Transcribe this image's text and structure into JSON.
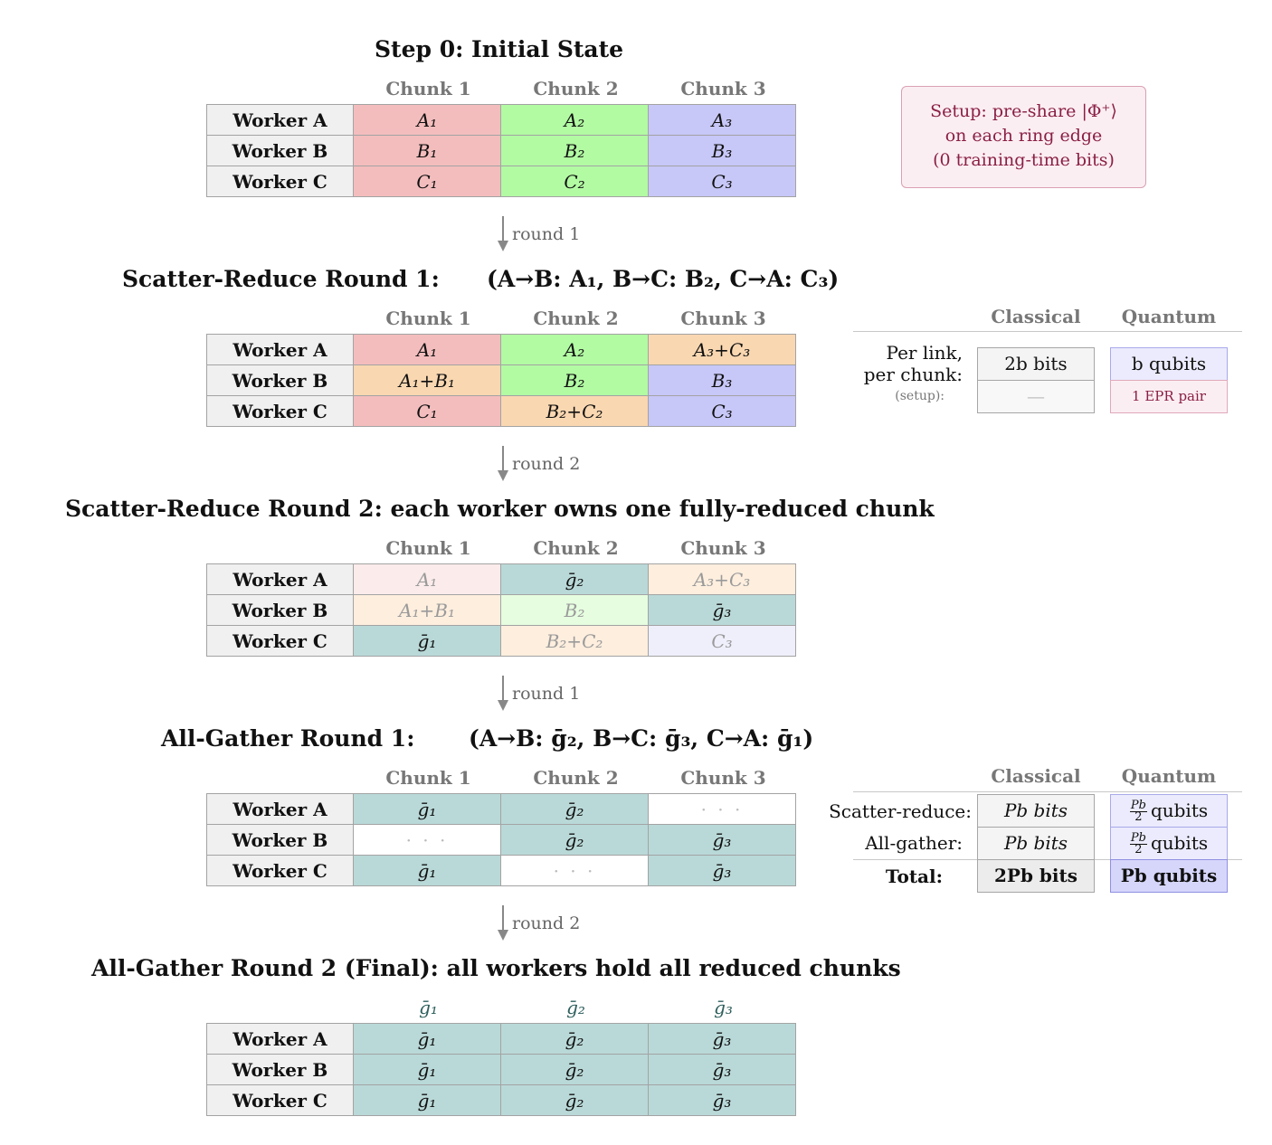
{
  "steps": [
    {
      "title": "Step 0: Initial State",
      "columns": [
        "Chunk 1",
        "Chunk 2",
        "Chunk 3"
      ],
      "rows": [
        {
          "label": "Worker A",
          "cells": [
            "A₁",
            "A₂",
            "A₃"
          ]
        },
        {
          "label": "Worker B",
          "cells": [
            "B₁",
            "B₂",
            "B₃"
          ]
        },
        {
          "label": "Worker C",
          "cells": [
            "C₁",
            "C₂",
            "C₃"
          ]
        }
      ]
    },
    {
      "title": "Scatter-Reduce Round 1:",
      "subtitle": "(A→B: A₁,  B→C: B₂,  C→A: C₃)",
      "columns": [
        "Chunk 1",
        "Chunk 2",
        "Chunk 3"
      ],
      "rows": [
        {
          "label": "Worker A",
          "cells": [
            "A₁",
            "A₂",
            "A₃+C₃"
          ]
        },
        {
          "label": "Worker B",
          "cells": [
            "A₁+B₁",
            "B₂",
            "B₃"
          ]
        },
        {
          "label": "Worker C",
          "cells": [
            "C₁",
            "B₂+C₂",
            "C₃"
          ]
        }
      ]
    },
    {
      "title": "Scatter-Reduce Round 2: each worker owns one fully-reduced chunk",
      "columns": [
        "Chunk 1",
        "Chunk 2",
        "Chunk 3"
      ],
      "rows": [
        {
          "label": "Worker A",
          "cells": [
            "A₁",
            "ḡ₂",
            "A₃+C₃"
          ]
        },
        {
          "label": "Worker B",
          "cells": [
            "A₁+B₁",
            "B₂",
            "ḡ₃"
          ]
        },
        {
          "label": "Worker C",
          "cells": [
            "ḡ₁",
            "B₂+C₂",
            "C₃"
          ]
        }
      ]
    },
    {
      "title": "All-Gather Round 1:",
      "subtitle": "(A→B: ḡ₂,  B→C: ḡ₃,  C→A: ḡ₁)",
      "columns": [
        "Chunk 1",
        "Chunk 2",
        "Chunk 3"
      ],
      "rows": [
        {
          "label": "Worker A",
          "cells": [
            "ḡ₁",
            "ḡ₂",
            "· · ·"
          ]
        },
        {
          "label": "Worker B",
          "cells": [
            "· · ·",
            "ḡ₂",
            "ḡ₃"
          ]
        },
        {
          "label": "Worker C",
          "cells": [
            "ḡ₁",
            "· · ·",
            "ḡ₃"
          ]
        }
      ]
    },
    {
      "title": "All-Gather Round 2 (Final): all workers hold all reduced chunks",
      "columns": [
        "ḡ₁",
        "ḡ₂",
        "ḡ₃"
      ],
      "rows": [
        {
          "label": "Worker A",
          "cells": [
            "ḡ₁",
            "ḡ₂",
            "ḡ₃"
          ]
        },
        {
          "label": "Worker B",
          "cells": [
            "ḡ₁",
            "ḡ₂",
            "ḡ₃"
          ]
        },
        {
          "label": "Worker C",
          "cells": [
            "ḡ₁",
            "ḡ₂",
            "ḡ₃"
          ]
        }
      ]
    }
  ],
  "arrows": [
    "round 1",
    "round 2",
    "round 1",
    "round 2"
  ],
  "setup_box": {
    "line1": "Setup: pre-share |Φ⁺⟩",
    "line2": "on each ring edge",
    "line3": "(0 training-time bits)"
  },
  "per_link_table": {
    "headers": [
      "Classical",
      "Quantum"
    ],
    "row_label_1": "Per link,",
    "row_label_2": "per chunk:",
    "row_label_3": "(setup):",
    "classical": "2b bits",
    "quantum": "b qubits",
    "classical_setup": "—",
    "quantum_setup": "1 EPR pair"
  },
  "total_table": {
    "headers": [
      "Classical",
      "Quantum"
    ],
    "rows": [
      {
        "label": "Scatter-reduce:",
        "classical": "Pb bits",
        "quantum_num": "Pb",
        "quantum_den": "2",
        "quantum_unit": "qubits"
      },
      {
        "label": "All-gather:",
        "classical": "Pb bits",
        "quantum_num": "Pb",
        "quantum_den": "2",
        "quantum_unit": "qubits"
      }
    ],
    "total": {
      "label": "Total:",
      "classical": "2Pb bits",
      "quantum": "Pb qubits"
    }
  },
  "colors": {
    "chunk1": "#f4bdbd",
    "chunk2": "#b2fba3",
    "chunk3": "#c7c7f8",
    "partial_sum": "#f9d7b1",
    "reduced": "#b9d9d8",
    "setup_text": "#8a1f45"
  }
}
